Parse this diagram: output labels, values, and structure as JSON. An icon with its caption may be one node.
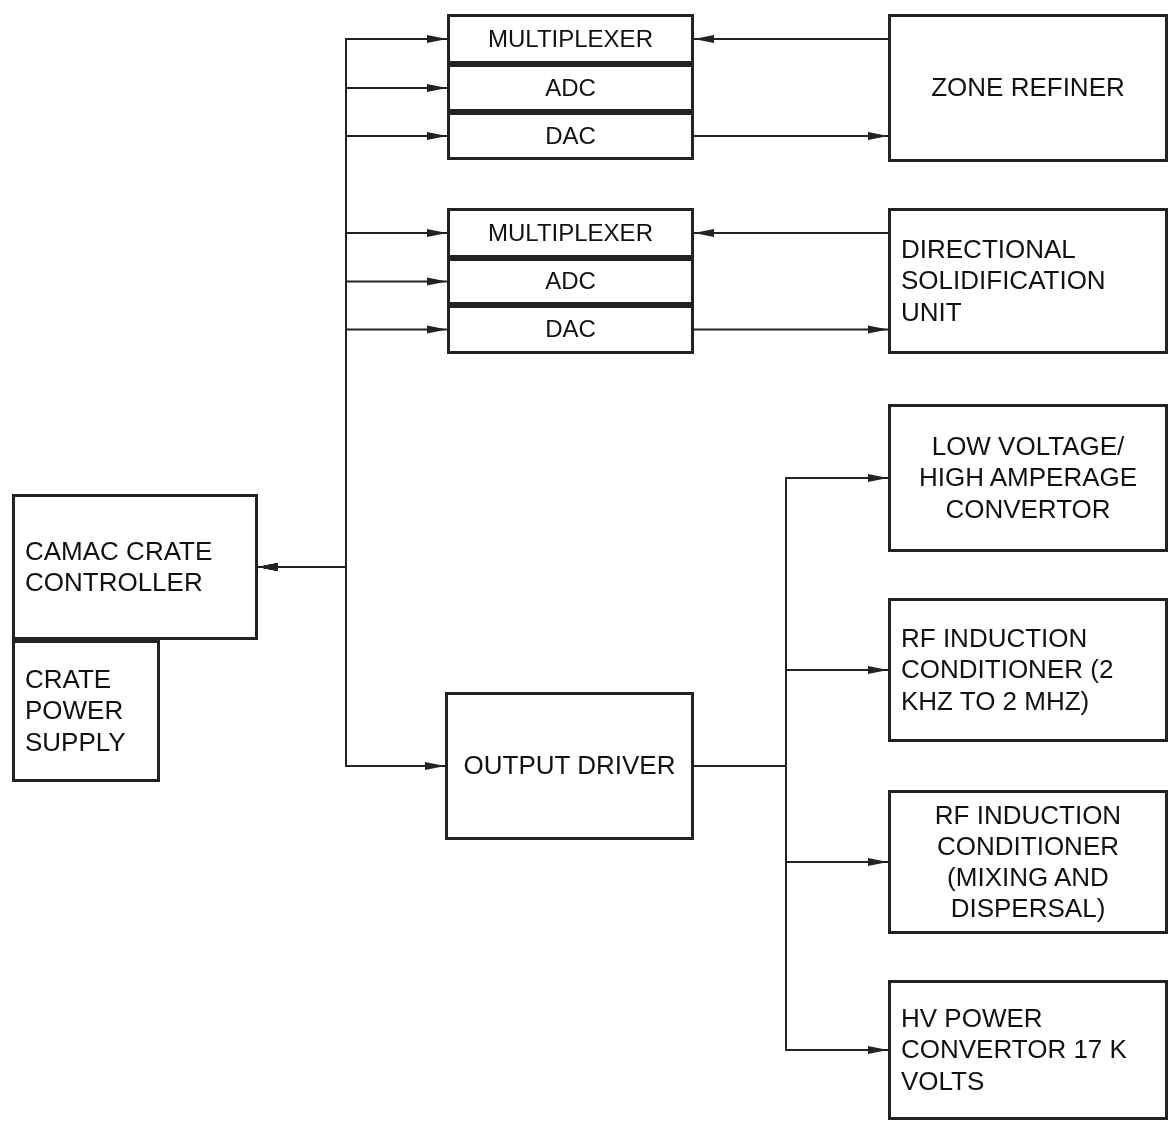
{
  "diagram": {
    "nodes": [
      {
        "text": [
          "CAMAC CRATE CONTROLLER"
        ]
      },
      {
        "text": [
          "CRATE POWER SUPPLY"
        ]
      },
      {
        "text": [
          "MULTIPLEXER"
        ]
      },
      {
        "text": [
          "ADC"
        ]
      },
      {
        "text": [
          "DAC"
        ]
      },
      {
        "text": [
          "MULTIPLEXER"
        ]
      },
      {
        "text": [
          "ADC"
        ]
      },
      {
        "text": [
          "DAC"
        ]
      },
      {
        "text": [
          "ZONE REFINER"
        ]
      },
      {
        "text": [
          "DIRECTIONAL SOLIDIFICATION UNIT"
        ]
      },
      {
        "text": [
          "LOW VOLTAGE/ HIGH AMPERAGE CONVERTOR"
        ]
      },
      {
        "text": [
          "RF INDUCTION CONDITIONER (2 KHZ TO 2 MHZ)"
        ]
      },
      {
        "text": [
          "OUTPUT DRIVER"
        ]
      },
      {
        "text": [
          "RF INDUCTION CONDITIONER (MIXING AND DISPERSAL)"
        ]
      },
      {
        "text": [
          "HV POWER CONVERTOR 17 K VOLTS"
        ]
      }
    ],
    "edges": [
      {
        "from": 0,
        "to": 2,
        "arrow": "both"
      },
      {
        "from": 0,
        "to": 3,
        "arrow": "both"
      },
      {
        "from": 0,
        "to": 4,
        "arrow": "both"
      },
      {
        "from": 0,
        "to": 5,
        "arrow": "both"
      },
      {
        "from": 0,
        "to": 6,
        "arrow": "both"
      },
      {
        "from": 0,
        "to": 7,
        "arrow": "both"
      },
      {
        "from": 0,
        "to": 12,
        "arrow": "both"
      },
      {
        "from": 8,
        "to": 2,
        "arrow": "to"
      },
      {
        "from": 4,
        "to": 8,
        "arrow": "to"
      },
      {
        "from": 9,
        "to": 5,
        "arrow": "to"
      },
      {
        "from": 7,
        "to": 9,
        "arrow": "to"
      },
      {
        "from": 12,
        "to": 10,
        "arrow": "to"
      },
      {
        "from": 12,
        "to": 11,
        "arrow": "to"
      },
      {
        "from": 12,
        "to": 13,
        "arrow": "to"
      },
      {
        "from": 12,
        "to": 14,
        "arrow": "to"
      }
    ]
  }
}
